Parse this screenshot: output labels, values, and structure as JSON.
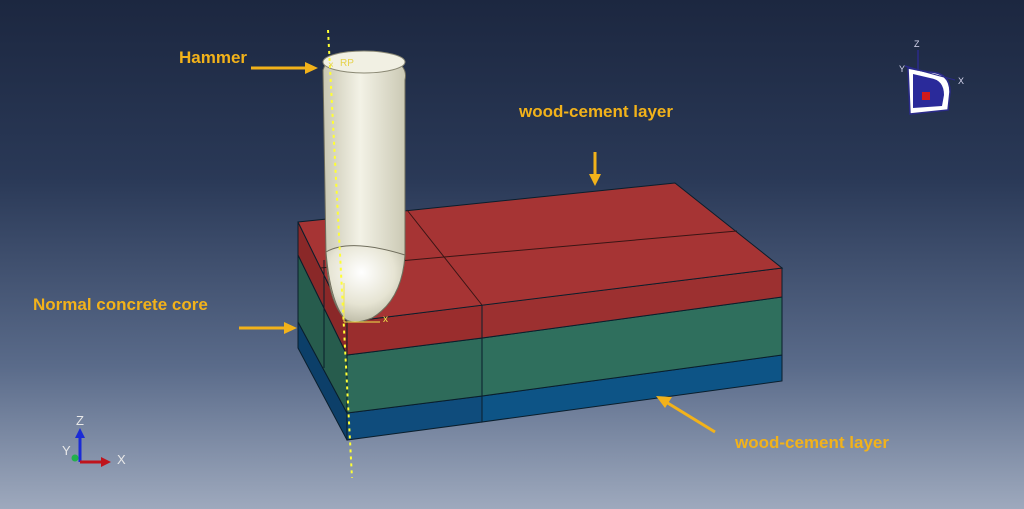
{
  "colors": {
    "background_top": "#1c2740",
    "background_bottom": "#9ea9bd",
    "top_layer": "#a63434",
    "core_layer": "#2e6b5a",
    "bottom_layer": "#0f4c7c",
    "hammer": "#ecebdc",
    "annotation": "#f2b21a",
    "guide_line": "#ffff33"
  },
  "labels": {
    "hammer": "Hammer",
    "top_layer": "wood-cement layer",
    "core": "Normal concrete core",
    "bottom_layer": "wood-cement layer"
  },
  "markers": {
    "reference_point": "RP",
    "local_axis_x": "x"
  },
  "triad_bottom_left": {
    "z": "Z",
    "y": "Y",
    "x": "X"
  },
  "triad_top_right": {
    "z": "Z",
    "y": "Y",
    "x": "X"
  }
}
